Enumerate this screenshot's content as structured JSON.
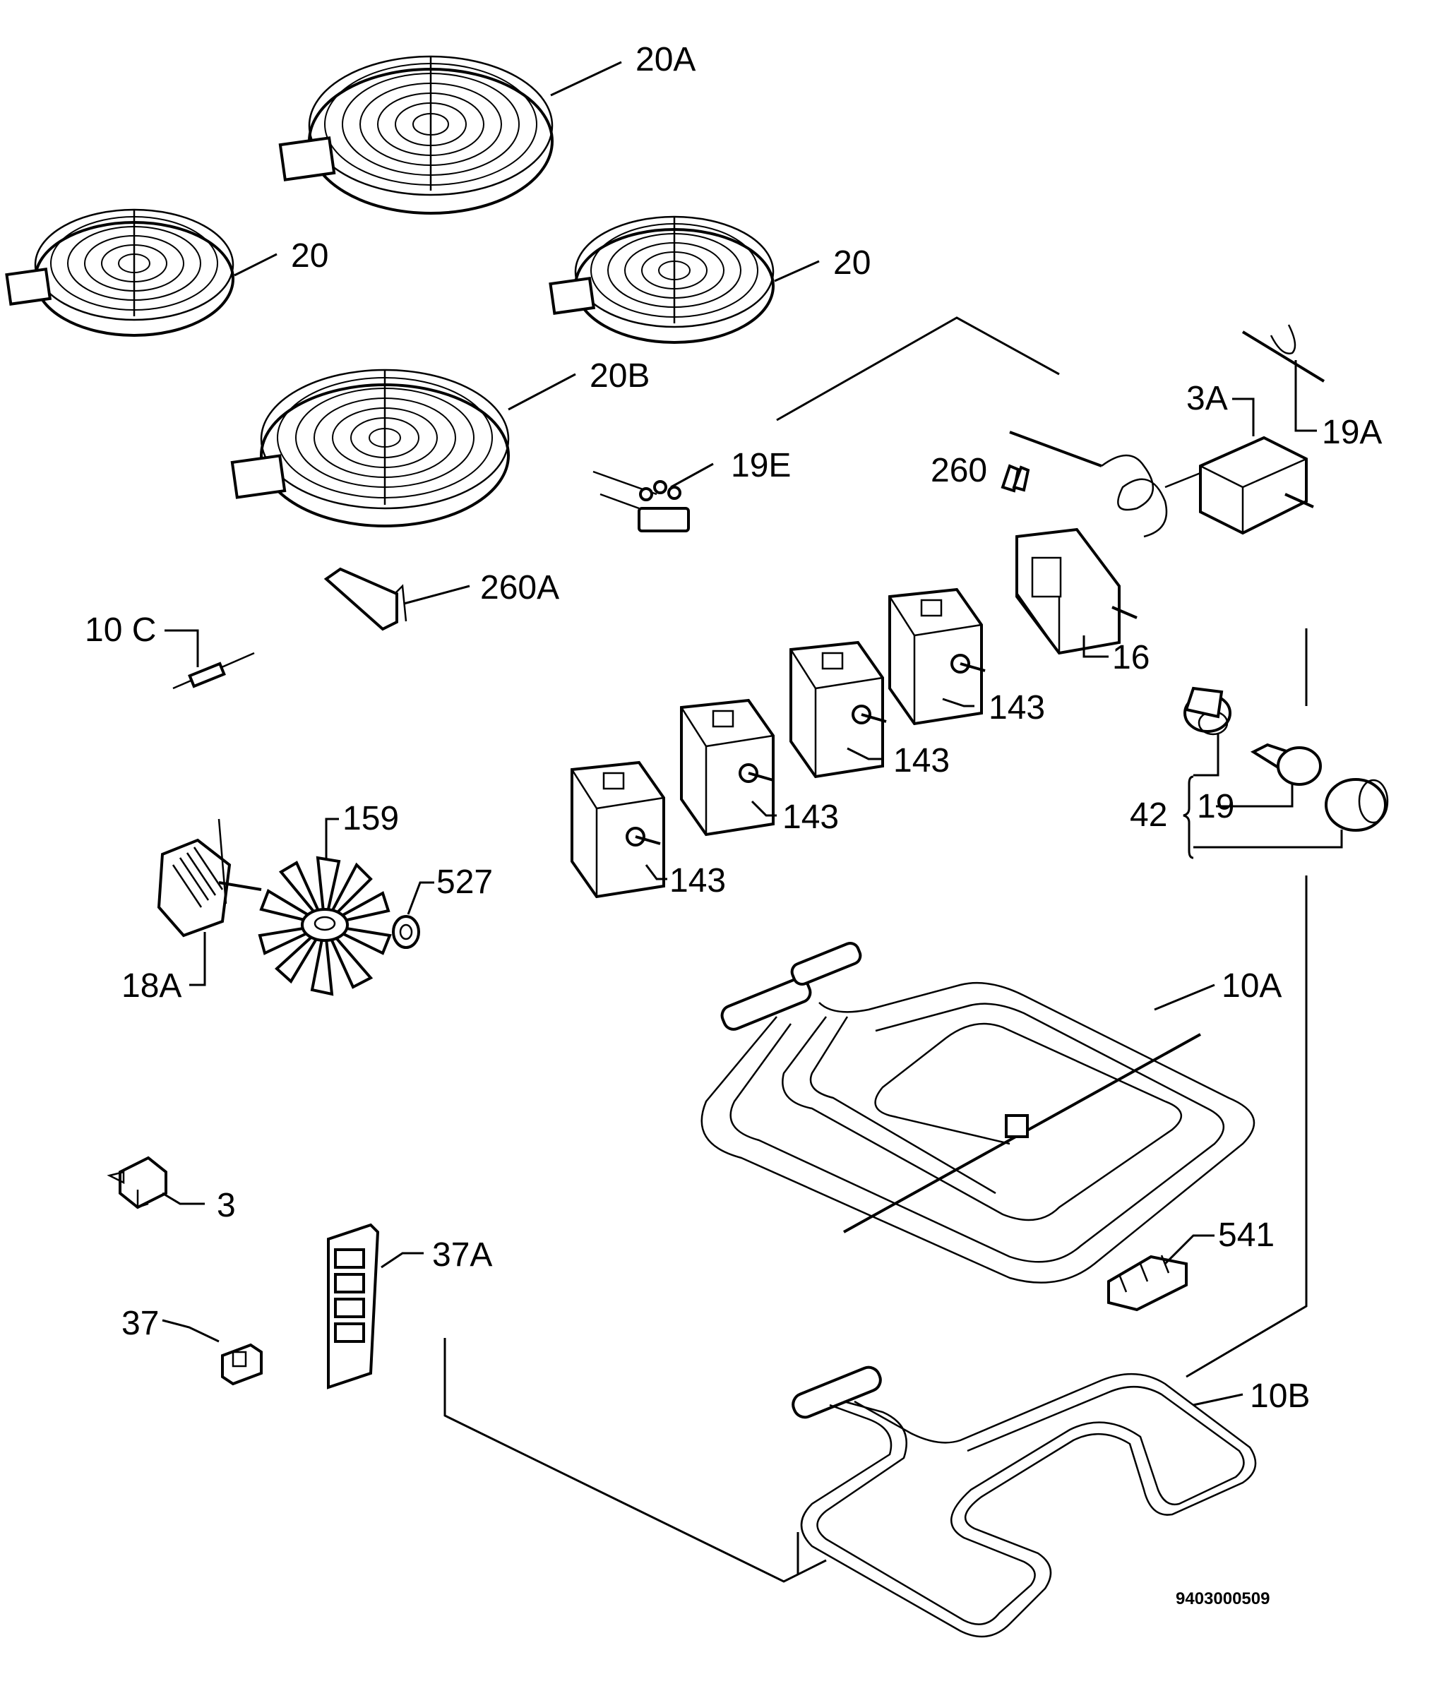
{
  "diagram": {
    "drawing_number": "9403000509",
    "labels": {
      "hob_20a": "20A",
      "hob_20_left": "20",
      "hob_20_right": "20",
      "hob_20b": "20B",
      "part_19e": "19E",
      "part_260": "260",
      "part_3a": "3A",
      "part_19a": "19A",
      "part_260a": "260A",
      "part_10c": "10 C",
      "part_16": "16",
      "reg_143_a": "143",
      "reg_143_b": "143",
      "reg_143_c": "143",
      "reg_143_d": "143",
      "part_159": "159",
      "part_527": "527",
      "part_18a": "18A",
      "part_42": "42",
      "part_19": "19",
      "part_10a": "10A",
      "part_3": "3",
      "part_37a": "37A",
      "part_541": "541",
      "part_37": "37",
      "part_10b": "10B"
    }
  }
}
